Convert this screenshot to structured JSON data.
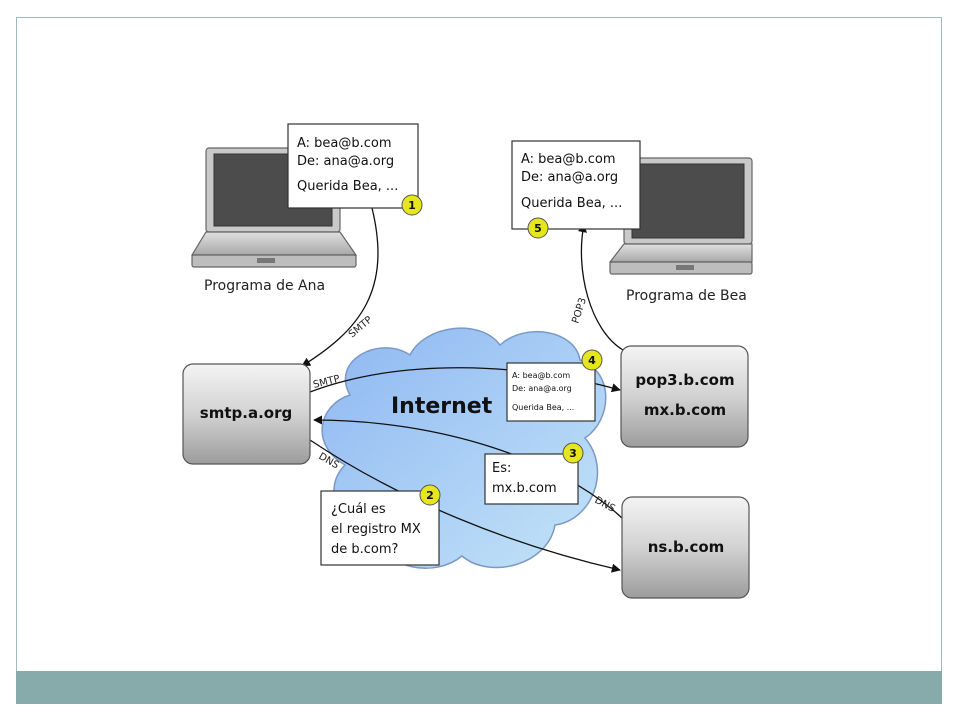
{
  "diagram": {
    "cloud_label": "Internet",
    "laptops": {
      "ana_caption": "Programa de Ana",
      "bea_caption": "Programa de Bea"
    },
    "servers": {
      "smtp": [
        "smtp.a.org"
      ],
      "pop3": [
        "pop3.b.com",
        "mx.b.com"
      ],
      "ns": [
        "ns.b.com"
      ]
    },
    "messages": {
      "msg1": {
        "step": "1",
        "lines": [
          "A: bea@b.com",
          "De: ana@a.org",
          "Querida Bea, ..."
        ]
      },
      "msg5": {
        "step": "5",
        "lines": [
          "A: bea@b.com",
          "De: ana@a.org",
          "Querida Bea, ..."
        ]
      },
      "msg4": {
        "step": "4",
        "lines": [
          "A: bea@b.com",
          "De: ana@a.org",
          "Querida Bea, ..."
        ]
      }
    },
    "notes": {
      "query": {
        "step": "2",
        "lines": [
          "¿Cuál es",
          "el registro MX",
          "de b.com?"
        ]
      },
      "answer": {
        "step": "3",
        "lines": [
          "Es:",
          "mx.b.com"
        ]
      }
    },
    "protocol_labels": {
      "smtp_top": "SMTP",
      "smtp_mid": "SMTP",
      "pop3": "POP3",
      "dns_left": "DNS",
      "dns_right": "DNS"
    }
  },
  "colors": {
    "footer": "#87aaaa",
    "frame_border": "#9fb9bc",
    "badge_fill": "#e6e61e",
    "cloud_fill": "#a8cdf7",
    "cloud_stroke": "#7b99c4"
  }
}
